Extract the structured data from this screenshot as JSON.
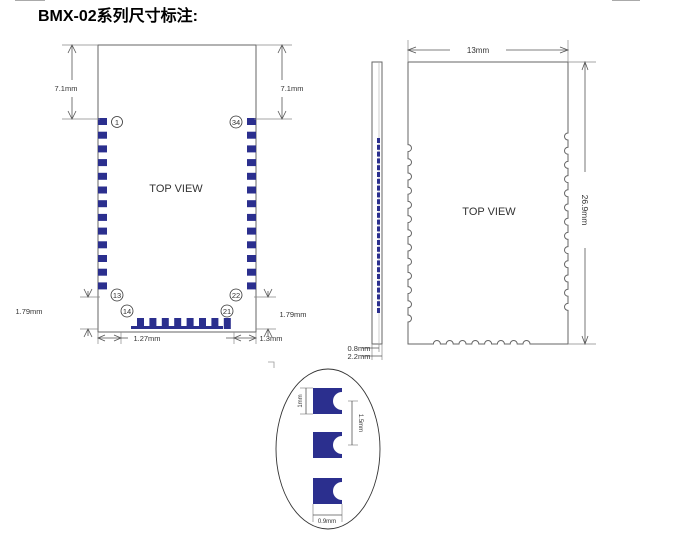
{
  "page": {
    "title": "BMX-02系列尺寸标注:"
  },
  "top_view": {
    "label": "TOP VIEW",
    "pin_labels": {
      "p1": "1",
      "p13": "13",
      "p14": "14",
      "p21": "21",
      "p22": "22",
      "p34": "34"
    },
    "dims": {
      "top_left": "7.1mm",
      "top_right": "7.1mm",
      "bottom_left": "1.79mm",
      "bottom_right": "1.79mm",
      "bottom_pitch": "1.27mm",
      "bottom_edge": "1.3mm"
    },
    "colors": {
      "pad": "#2b2f8e",
      "outline": "#666666"
    }
  },
  "side_view": {
    "dims": {
      "thickness": "0.8mm",
      "overall": "2.2mm"
    }
  },
  "module_view": {
    "label": "TOP VIEW",
    "dims": {
      "width": "13mm",
      "height": "26.9mm"
    }
  },
  "pad_detail": {
    "dims": {
      "pad_height": "1mm",
      "pitch": "1.5mm",
      "pad_width": "0.9mm"
    }
  }
}
